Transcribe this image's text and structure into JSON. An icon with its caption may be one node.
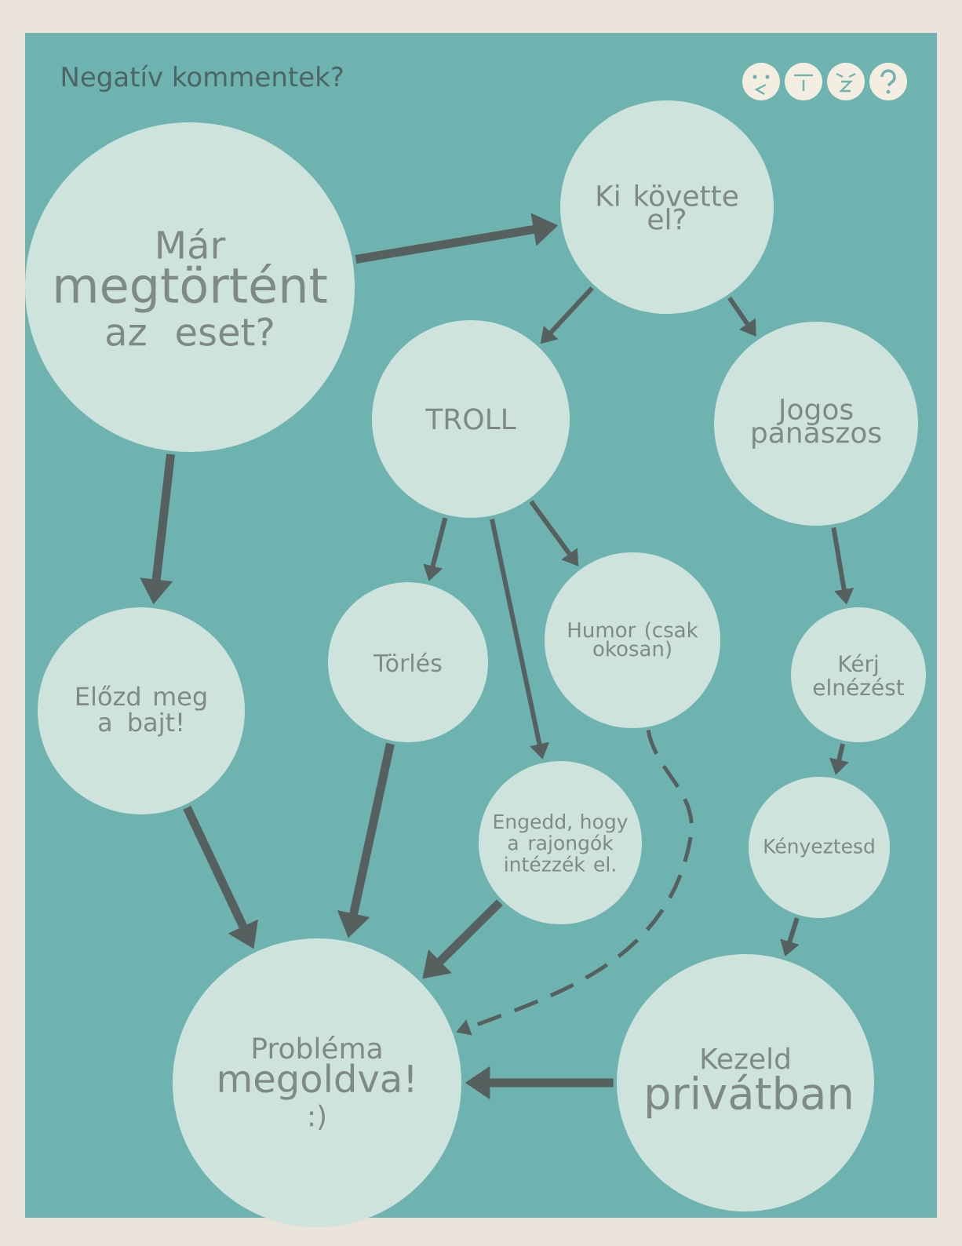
{
  "diagram": {
    "title": "Negatív kommentek?",
    "nodes": [
      {
        "text": [
          "Már",
          "megtörtént",
          "az eset?"
        ]
      },
      {
        "text": [
          "Ki követte el?"
        ]
      },
      {
        "text": [
          "TROLL"
        ]
      },
      {
        "text": [
          "Jogos panaszos"
        ]
      },
      {
        "text": [
          "Előzd meg a bajt!"
        ]
      },
      {
        "text": [
          "Törlés"
        ]
      },
      {
        "text": [
          "Humor (csak okosan)"
        ]
      },
      {
        "text": [
          "Engedd, hogy a rajongók intézzék el."
        ]
      },
      {
        "text": [
          "Kérj elnézést"
        ]
      },
      {
        "text": [
          "Kényeztesd"
        ]
      },
      {
        "text": [
          "Probléma",
          "megoldva!",
          ":)"
        ]
      },
      {
        "text": [
          "Kezeld",
          "privátban"
        ]
      }
    ],
    "edges": [
      {
        "from": 0,
        "to": 1,
        "arrow": "to",
        "style": "thick"
      },
      {
        "from": 0,
        "to": 4,
        "arrow": "to",
        "style": "thick"
      },
      {
        "from": 1,
        "to": 2,
        "arrow": "to"
      },
      {
        "from": 1,
        "to": 3,
        "arrow": "to"
      },
      {
        "from": 2,
        "to": 5,
        "arrow": "to"
      },
      {
        "from": 2,
        "to": 7,
        "arrow": "to"
      },
      {
        "from": 2,
        "to": 6,
        "arrow": "to"
      },
      {
        "from": 3,
        "to": 8,
        "arrow": "to"
      },
      {
        "from": 8,
        "to": 9,
        "arrow": "to"
      },
      {
        "from": 9,
        "to": 11,
        "arrow": "to"
      },
      {
        "from": 4,
        "to": 10,
        "arrow": "to",
        "style": "thick"
      },
      {
        "from": 5,
        "to": 10,
        "arrow": "to",
        "style": "thick"
      },
      {
        "from": 7,
        "to": 10,
        "arrow": "to",
        "style": "thick"
      },
      {
        "from": 6,
        "to": 10,
        "arrow": "to",
        "style": "dashed"
      },
      {
        "from": 11,
        "to": 10,
        "arrow": "to",
        "style": "thick"
      }
    ]
  }
}
